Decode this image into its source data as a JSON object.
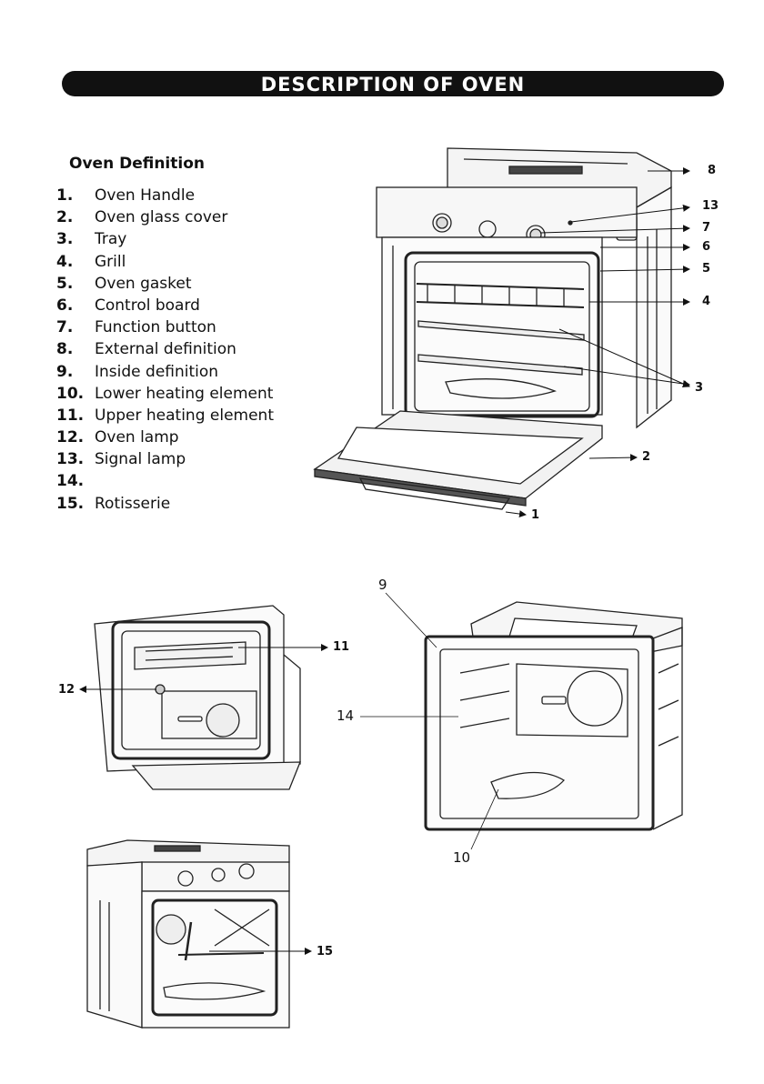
{
  "header": {
    "title": "DESCRIPTION OF OVEN"
  },
  "definitions": {
    "title": "Oven Definition",
    "items": [
      {
        "num": "1.",
        "label": "Oven Handle"
      },
      {
        "num": "2.",
        "label": "Oven glass cover"
      },
      {
        "num": "3.",
        "label": "Tray"
      },
      {
        "num": "4.",
        "label": "Grill"
      },
      {
        "num": "5.",
        "label": "Oven gasket"
      },
      {
        "num": "6.",
        "label": "Control board"
      },
      {
        "num": "7.",
        "label": "Function button"
      },
      {
        "num": "8.",
        "label": "External definition"
      },
      {
        "num": "9.",
        "label": "Inside definition"
      },
      {
        "num": "10.",
        "label": "Lower heating element"
      },
      {
        "num": "11.",
        "label": "Upper heating element"
      },
      {
        "num": "12.",
        "label": "Oven lamp"
      },
      {
        "num": "13.",
        "label": "Signal lamp"
      },
      {
        "num": "14.",
        "label": ""
      },
      {
        "num": "15.",
        "label": "Rotisserie"
      }
    ]
  },
  "callouts": {
    "c1": "1",
    "c2": "2",
    "c3": "3",
    "c4": "4",
    "c5": "5",
    "c6": "6",
    "c7": "7",
    "c8": "8",
    "c9": "9",
    "c10": "10",
    "c11": "11",
    "c12": "12",
    "c13": "13",
    "c14": "14",
    "c15": "15"
  }
}
